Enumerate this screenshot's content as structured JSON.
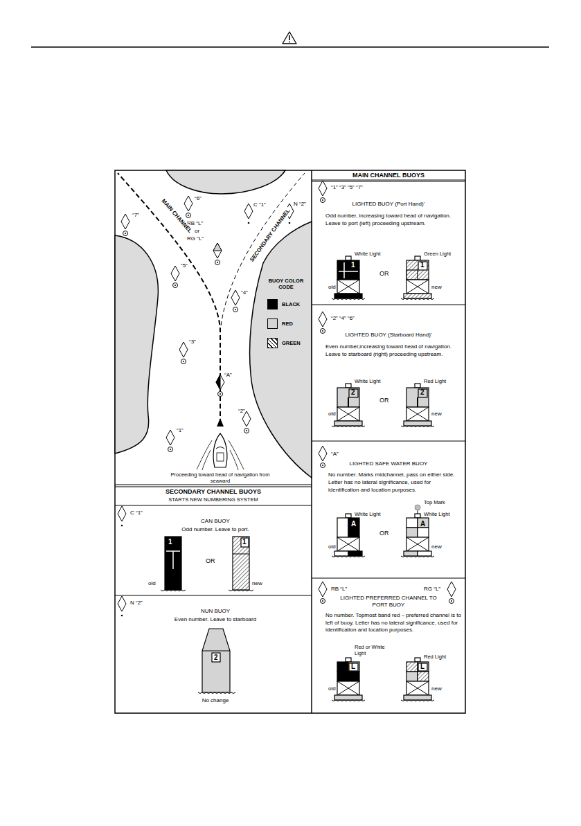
{
  "diagram": {
    "nodes": [
      {
        "text": [
          "MAIN CHANNEL BUOYS"
        ]
      },
      {
        "text": [
          "“1” “3” “5” “7”",
          "LIGHTED BUOY (Port Hand)’",
          "Odd number, increasing toward head of navigation. Leave to port (left) proceeding upstream.",
          "White Light",
          "Green Light",
          "OR",
          "old",
          "new",
          "1",
          "1"
        ],
        "in": 0
      },
      {
        "text": [
          "“2” “4” “6”",
          "LIGHTED BUOY (Starboard Hand)’",
          "Even number,increasing toward head of navigation. Leave to starboard (right) proceeding upstream.",
          "White Light",
          "Red Light",
          "OR",
          "old",
          "new",
          "2",
          "2"
        ],
        "in": 0
      },
      {
        "text": [
          "“A”",
          "LIGHTED SAFE WATER BUOY",
          "No number. Marks midchannel, pass on either side. Letter has no lateral significance, used for identification and location purposes.",
          "White Light",
          "Top Mark",
          "White Light",
          "OR",
          "old",
          "new",
          "A",
          "A"
        ],
        "in": 0
      },
      {
        "text": [
          "RB “L”",
          "RG “L”",
          "LIGHTED PREFERRED CHANNEL TO PORT BUOY",
          "No number. Topmost band red – preferred channel is to left of buoy. Letter has no lateral significance, used for identification and location purposes.",
          "Red or White Light",
          "Red Light",
          "old",
          "new",
          "L",
          "L"
        ],
        "in": 0
      },
      {
        "text": [
          "SECONDARY CHANNEL BUOYS",
          "STARTS NEW NUMBERING SYSTEM"
        ]
      },
      {
        "text": [
          "C “1”",
          "CAN BUOY",
          "Odd number. Leave to port.",
          "OR",
          "old",
          "new",
          "1",
          "1"
        ]
      },
      {
        "text": [
          "N “2”",
          "NUN BUOY",
          "Even number. Leave to starboard",
          "2",
          "No change"
        ]
      }
    ],
    "labels": [
      "“6”",
      "“7”",
      "C “1”",
      "N “2”",
      "RB “L”",
      "or",
      "RG “L”",
      "“5”",
      "“4”",
      "“3”",
      "“A”",
      "“2”",
      "“1”",
      "MAIN CHANNEL",
      "SECONDARY CHANNEL",
      "BUOY COLOR CODE",
      "Proceeding toward head of navigation from seaward"
    ],
    "legend": [
      {
        "text": "BLACK",
        "color": "#000000"
      },
      {
        "text": "RED",
        "color": "#d4d4d4"
      },
      {
        "text": "GREEN"
      }
    ]
  }
}
